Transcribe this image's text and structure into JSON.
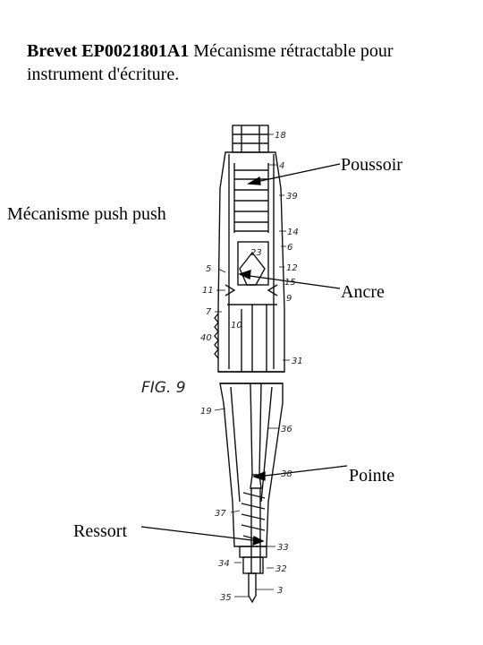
{
  "title": {
    "bold": "Brevet EP0021801A1",
    "text": " Mécanisme rétractable pour instrument d'écriture."
  },
  "labels": {
    "push": "Mécanisme push push",
    "poussoir": "Poussoir",
    "ancre": "Ancre",
    "pointe": "Pointe",
    "ressort": "Ressort"
  },
  "figure_label": "FIG. 9",
  "refs": [
    "18",
    "4",
    "39",
    "14",
    "6",
    "23",
    "12",
    "5",
    "15",
    "11",
    "9",
    "7",
    "10",
    "40",
    "31",
    "19",
    "36",
    "38",
    "37",
    "33",
    "34",
    "32",
    "35",
    "3"
  ]
}
